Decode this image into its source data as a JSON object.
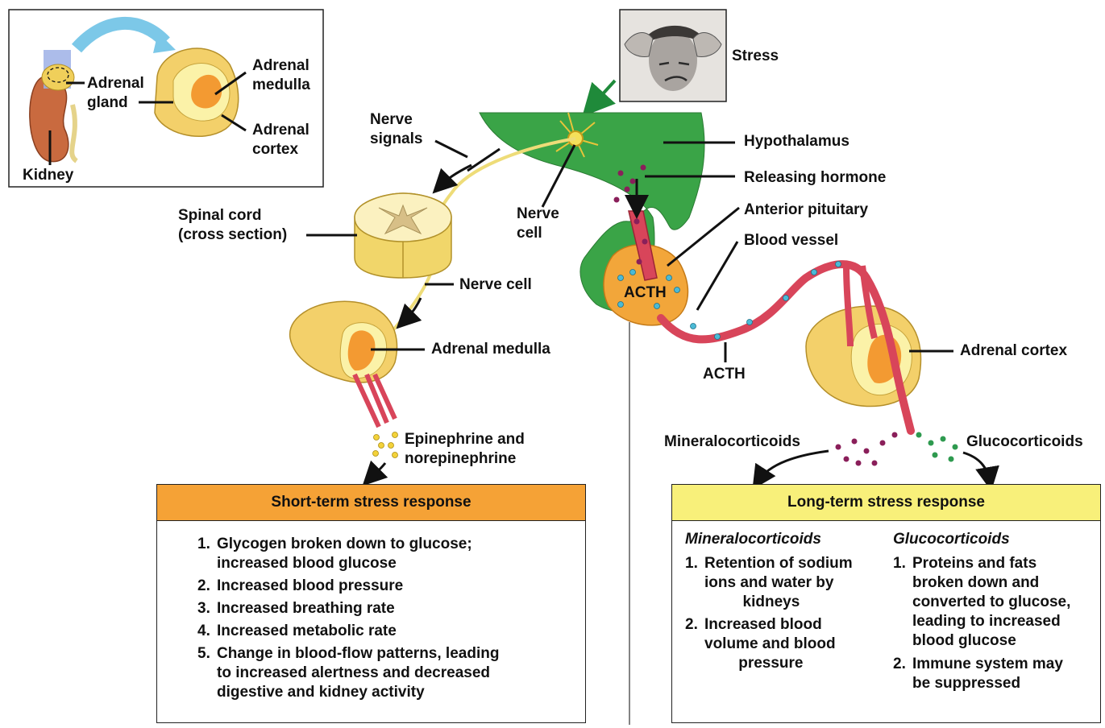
{
  "colors": {
    "hypothalamus": "#3aa447",
    "pituitary": "#f2a63a",
    "blood_vessel": "#d8455a",
    "short_term_header": "#f5a236",
    "long_term_header": "#f8f07a",
    "adrenal_tissue": "#f3d97a",
    "nerve": "#eedc78",
    "arrow_green": "#1f8a3a"
  },
  "icons": [
    "stress-photo-person-icon",
    "kidney-icon",
    "adrenal-gland-icon",
    "spinal-cord-icon",
    "nerve-cell-icon"
  ],
  "inset": {
    "adrenal_gland": "Adrenal\ngland",
    "adrenal_medulla": "Adrenal\nmedulla",
    "adrenal_cortex": "Adrenal\ncortex",
    "kidney": "Kidney"
  },
  "labels": {
    "stress": "Stress",
    "nerve_signals": "Nerve\nsignals",
    "nerve_cell_top": "Nerve\ncell",
    "hypothalamus": "Hypothalamus",
    "releasing_hormone": "Releasing hormone",
    "anterior_pituitary": "Anterior pituitary",
    "blood_vessel": "Blood vessel",
    "spinal_cord": "Spinal cord\n(cross section)",
    "nerve_cell": "Nerve cell",
    "acth_pituitary": "ACTH",
    "acth_vessel": "ACTH",
    "adrenal_medulla": "Adrenal medulla",
    "adrenal_cortex": "Adrenal cortex",
    "epinephrine": "Epinephrine and\nnorepinephrine",
    "mineralocorticoids": "Mineralocorticoids",
    "glucocorticoids": "Glucocorticoids"
  },
  "short_term": {
    "title": "Short-term stress response",
    "items": [
      {
        "num": "1.",
        "text": "Glycogen broken down to glucose;\nincreased blood glucose"
      },
      {
        "num": "2.",
        "text": "Increased blood pressure"
      },
      {
        "num": "3.",
        "text": "Increased breathing rate"
      },
      {
        "num": "4.",
        "text": "Increased metabolic rate"
      },
      {
        "num": "5.",
        "text": "Change in blood-flow patterns, leading\nto increased alertness and decreased\ndigestive and kidney activity"
      }
    ]
  },
  "long_term": {
    "title": "Long-term stress response",
    "mineralo": {
      "heading": "Mineralocorticoids",
      "items": [
        {
          "num": "1.",
          "text": "Retention of sodium\nions and water by\n         kidneys"
        },
        {
          "num": "2.",
          "text": "Increased blood\nvolume and blood\n        pressure"
        }
      ]
    },
    "gluco": {
      "heading": "Glucocorticoids",
      "items": [
        {
          "num": "1.",
          "text": "Proteins and fats\nbroken down and\nconverted to glucose,\nleading to increased\nblood glucose"
        },
        {
          "num": "2.",
          "text": "Immune system may\nbe suppressed"
        }
      ]
    }
  }
}
